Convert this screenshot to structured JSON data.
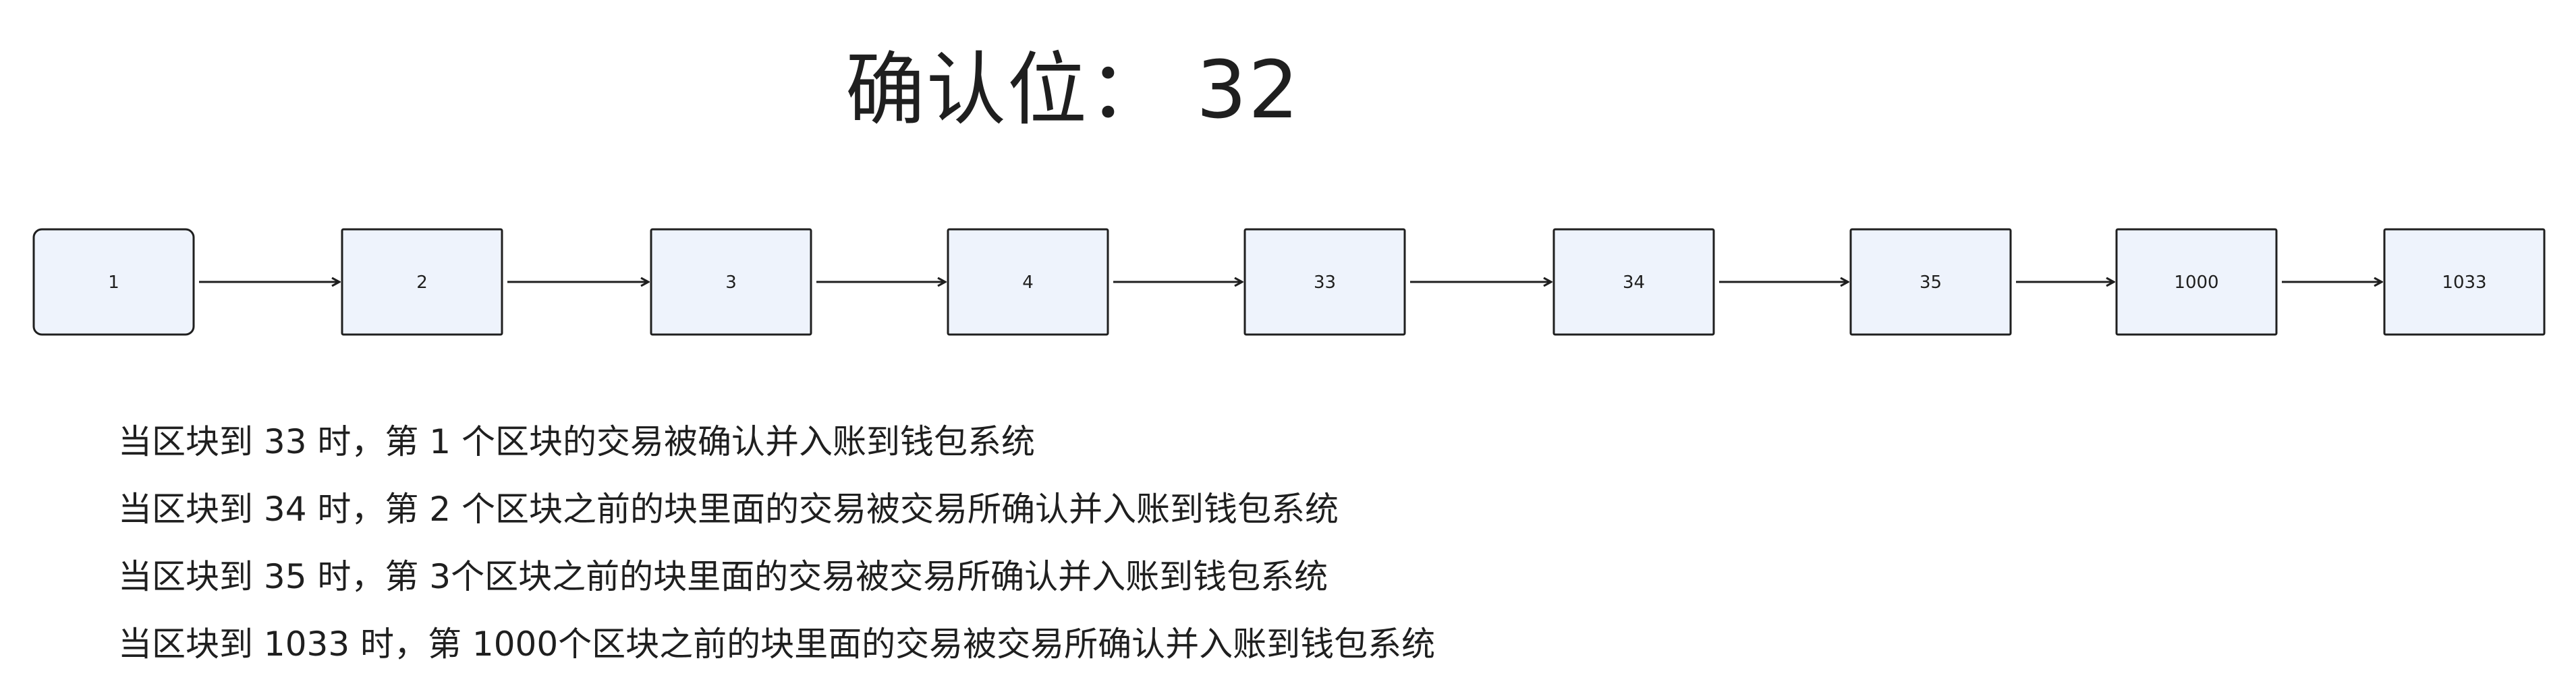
{
  "header": {
    "label": "确认位：",
    "value": "32"
  },
  "colors": {
    "block_fill": "#eef3fc",
    "block_stroke": "#1f1f1f",
    "arrow": "#1f1f1f",
    "text": "#1f1f1f"
  },
  "chain": {
    "blocks": [
      "1",
      "2",
      "3",
      "4",
      "33",
      "34",
      "35",
      "1000",
      "1033"
    ]
  },
  "notes": [
    "当区块到 33 时，第 1 个区块的交易被确认并入账到钱包系统",
    "当区块到 34 时，第 2 个区块之前的块里面的交易被交易所确认并入账到钱包系统",
    "当区块到 35 时，第 3个区块之前的块里面的交易被交易所确认并入账到钱包系统",
    "当区块到 1033 时，第 1000个区块之前的块里面的交易被交易所确认并入账到钱包系统"
  ]
}
